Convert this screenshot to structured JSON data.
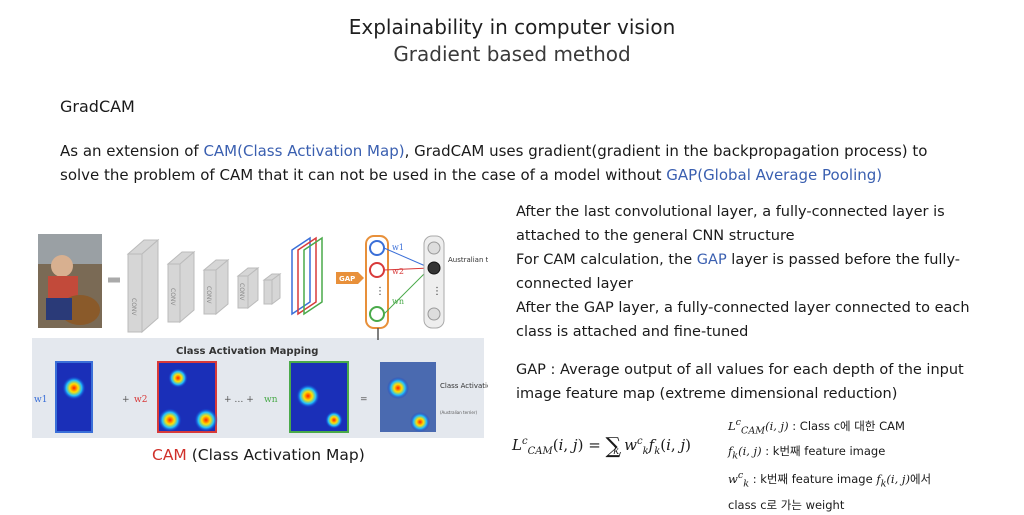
{
  "title": "Explainability in computer vision",
  "subtitle": "Gradient based method",
  "section_heading": "GradCAM",
  "intro": {
    "p1": "As an extension of ",
    "link1": "CAM(Class Activation Map)",
    "p2": ", GradCAM uses gradient(gradient in the backpropagation process) to solve the problem of CAM that it can not be used in the case of a model without ",
    "link2": "GAP(Global Average Pooling)"
  },
  "right_text": {
    "line1": "After the last convolutional layer, a fully-connected layer is attached to the general CNN structure",
    "line2a": "For CAM calculation, the ",
    "line2_hl": "GAP",
    "line2b": " layer is passed before the fully-connected layer",
    "line3": "After the GAP layer, a fully-connected layer connected to each class is attached and fine-tuned"
  },
  "gap_text": "GAP : Average output of all values for each depth of the input image feature map (extreme dimensional reduction)",
  "figure": {
    "conv_label": "CONV",
    "gap_label": "GAP",
    "weights": [
      "w1",
      "w2",
      "wn"
    ],
    "class_label": "Australian terrier",
    "mapping_title": "Class Activation Mapping",
    "result_label": "Class Activation Map",
    "result_sub": "(Australian terrier)",
    "ellipsis": "…"
  },
  "caption": {
    "red": "CAM",
    "rest": " (Class Activation Map)"
  },
  "formula_notes": {
    "n1": ": Class c에 대한 CAM",
    "n2": ": k번째 feature image",
    "n3a": ": k번째 feature image ",
    "n3b": "에서",
    "n4": "class c로 가는 weight"
  }
}
